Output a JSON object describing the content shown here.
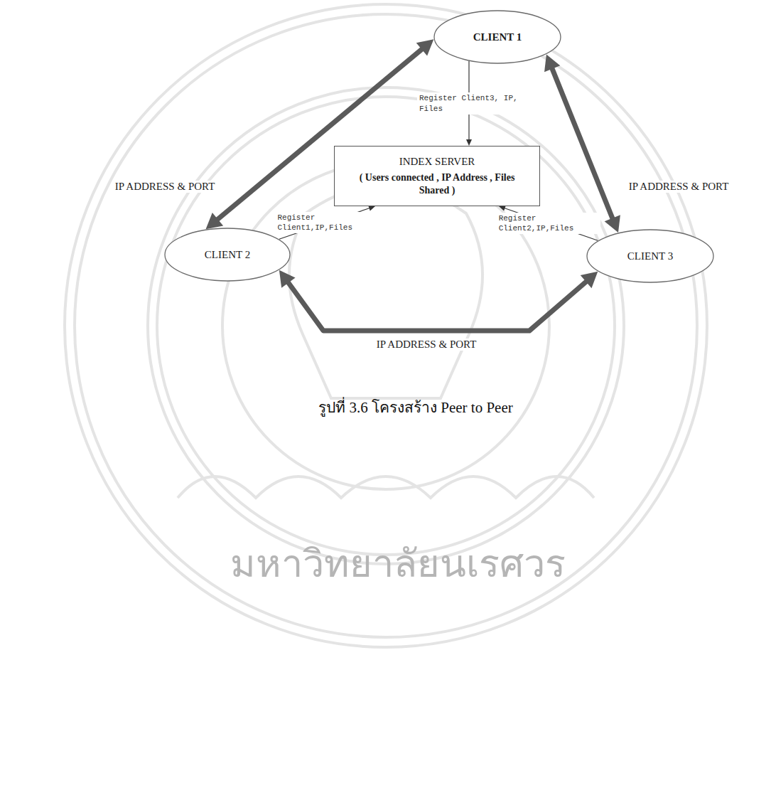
{
  "diagram": {
    "caption": "รูปที่ 3.6 โครงสร้าง Peer to Peer",
    "nodes": [
      {
        "text": [
          "CLIENT 1"
        ]
      },
      {
        "text": [
          "INDEX SERVER",
          "( Users connected , IP Address , Files Shared )"
        ]
      },
      {
        "text": [
          "CLIENT 2"
        ]
      },
      {
        "text": [
          "CLIENT 3"
        ]
      }
    ],
    "edges": [
      {
        "from": 0,
        "to": 1,
        "arrow": "to",
        "label": "Register Client3, IP, Files"
      },
      {
        "from": 2,
        "to": 1,
        "arrow": "to",
        "label": "Register Client1,IP,Files"
      },
      {
        "from": 3,
        "to": 1,
        "arrow": "to",
        "label": "Register Client2,IP,Files"
      },
      {
        "from": 0,
        "to": 2,
        "arrow": "both",
        "label": "IP ADDRESS & PORT"
      },
      {
        "from": 0,
        "to": 3,
        "arrow": "both",
        "label": "IP ADDRESS & PORT"
      },
      {
        "from": 2,
        "to": 3,
        "arrow": "both",
        "label": "IP ADDRESS & PORT"
      }
    ],
    "labels": [
      "มหาวิทยาลัยนเรศวร"
    ]
  }
}
